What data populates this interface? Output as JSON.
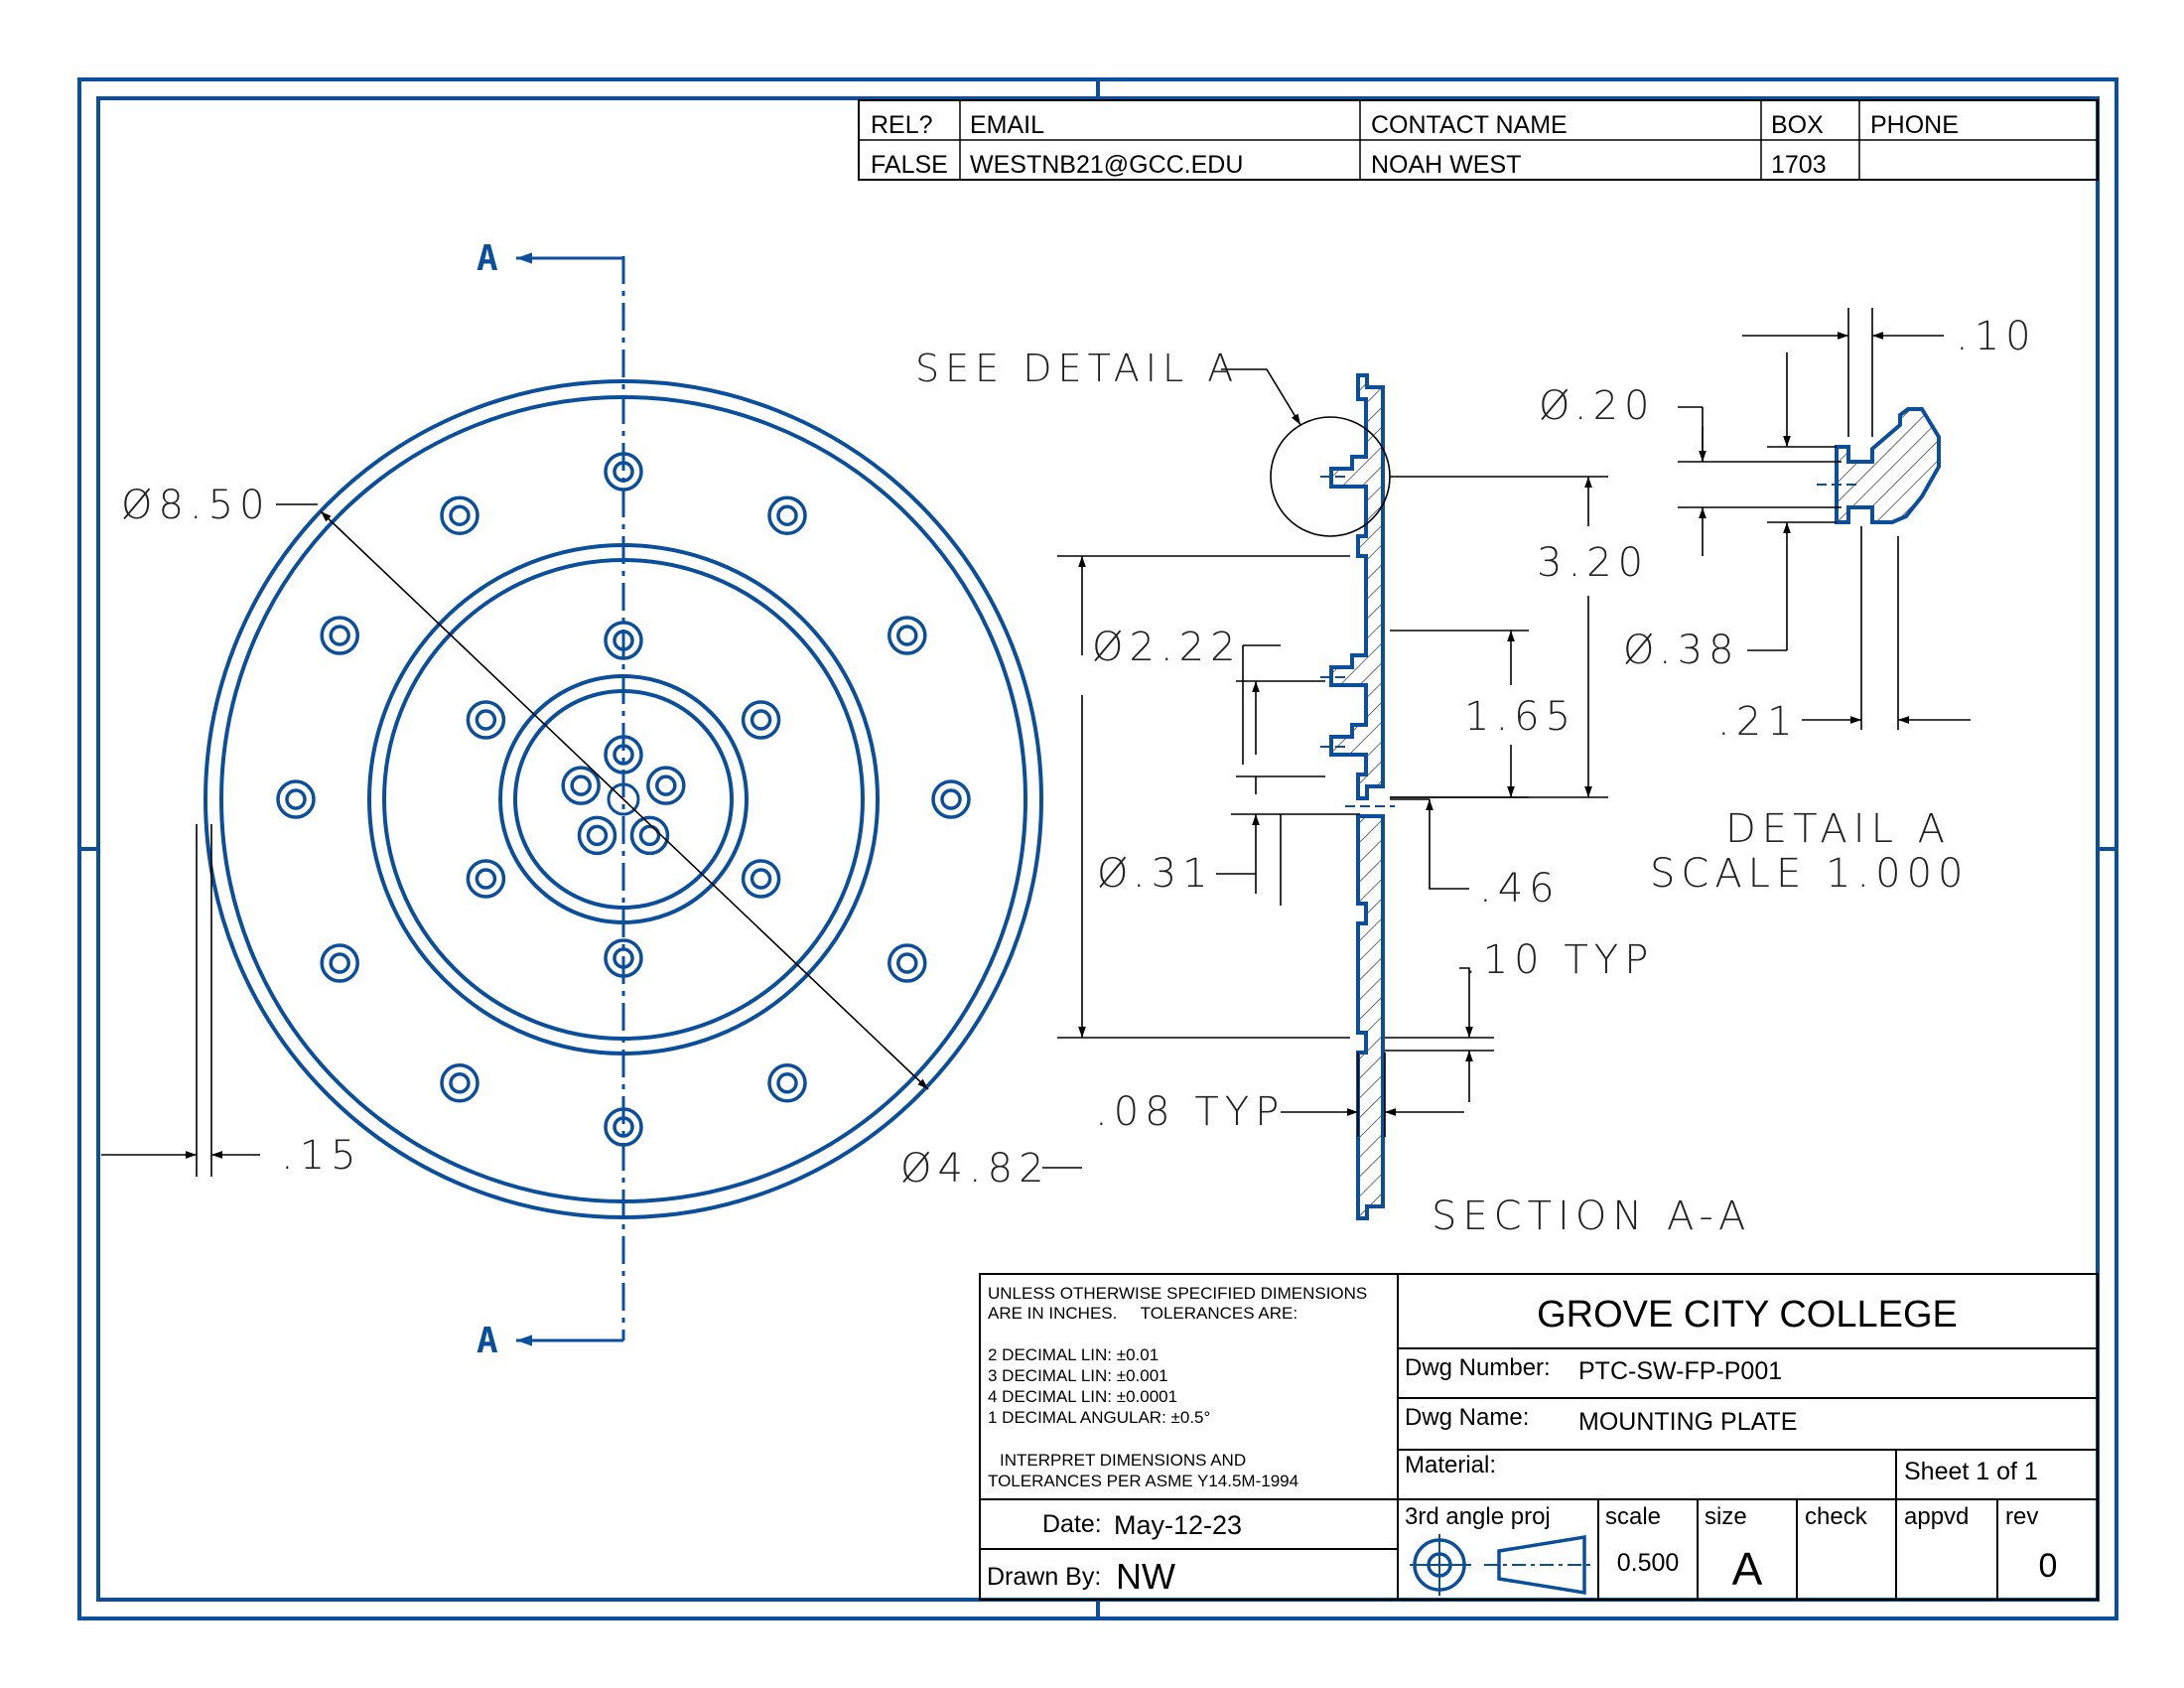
{
  "colors": {
    "line": "#0b4f9c",
    "ink": "#000000"
  },
  "contact_table": {
    "headers": [
      "REL?",
      "EMAIL",
      "CONTACT NAME",
      "BOX",
      "PHONE"
    ],
    "row": [
      "FALSE",
      "WESTNB21@GCC.EDU",
      "NOAH WEST",
      "1703",
      ""
    ]
  },
  "section_marker": "A",
  "annotations": {
    "see_detail": "SEE DETAIL A",
    "dia_outer": "Ø8.50",
    "dia_bolt": "Ø4.82",
    "rim": ".15",
    "d320": "3.20",
    "d222": "Ø2.22",
    "d165": "1.65",
    "d031": "Ø.31",
    "d046": ".46",
    "d010typ": ".10 TYP",
    "d008typ": ".08 TYP",
    "section_label": "SECTION A-A",
    "det_010": ".10",
    "det_020": "Ø.20",
    "det_038": "Ø.38",
    "det_021": ".21",
    "detail_title": "DETAIL A",
    "detail_scale": "SCALE 1.000"
  },
  "notes": {
    "line1": "UNLESS OTHERWISE SPECIFIED DIMENSIONS",
    "line2": "ARE IN INCHES.     TOLERANCES ARE:",
    "tol1": "2 DECIMAL LIN: ±0.01",
    "tol2": "3 DECIMAL LIN: ±0.001",
    "tol3": "4 DECIMAL LIN: ±0.0001",
    "tol4": "1 DECIMAL ANGULAR: ±0.5°",
    "interp1": "INTERPRET DIMENSIONS AND",
    "interp2": "TOLERANCES PER ASME Y14.5M-1994"
  },
  "title_block": {
    "school": "GROVE CITY COLLEGE",
    "dwg_number_label": "Dwg Number:",
    "dwg_number": "PTC-SW-FP-P001",
    "dwg_name_label": "Dwg Name:",
    "dwg_name": "MOUNTING PLATE",
    "material_label": "Material:",
    "sheet": "Sheet 1 of 1",
    "date_label": "Date:",
    "date": "May-12-23",
    "drawn_label": "Drawn By:",
    "drawn": "NW",
    "proj_label": "3rd angle proj",
    "scale_label": "scale",
    "scale": "0.500",
    "size_label": "size",
    "size": "A",
    "check_label": "check",
    "appvd_label": "appvd",
    "rev_label": "rev",
    "rev": "0"
  }
}
